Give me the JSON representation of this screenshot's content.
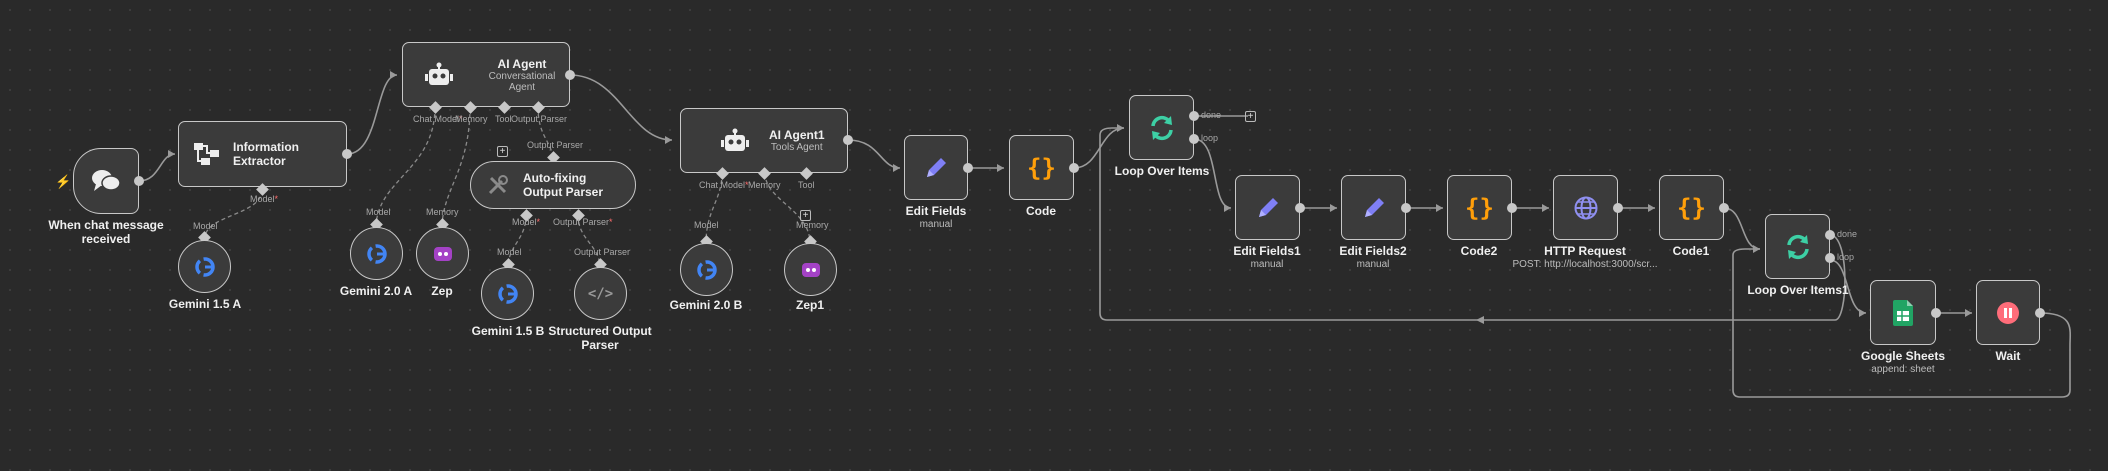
{
  "nodes": {
    "chat_trigger": {
      "label": "When chat message received"
    },
    "info_extractor": {
      "label": "Information Extractor"
    },
    "gemini15a": {
      "label": "Gemini 1.5 A"
    },
    "ai_agent": {
      "label": "AI Agent",
      "sub": "Conversational Agent"
    },
    "gemini20a": {
      "label": "Gemini 2.0 A"
    },
    "zep": {
      "label": "Zep"
    },
    "autofix": {
      "label": "Auto-fixing Output Parser"
    },
    "gemini15b": {
      "label": "Gemini 1.5 B"
    },
    "structured": {
      "label": "Structured Output Parser"
    },
    "ai_agent1": {
      "label": "AI Agent1",
      "sub": "Tools Agent"
    },
    "gemini20b": {
      "label": "Gemini 2.0 B"
    },
    "zep1": {
      "label": "Zep1"
    },
    "edit_fields": {
      "label": "Edit Fields",
      "sub": "manual"
    },
    "code": {
      "label": "Code"
    },
    "loop_over_items": {
      "label": "Loop Over Items"
    },
    "edit_fields1": {
      "label": "Edit Fields1",
      "sub": "manual"
    },
    "edit_fields2": {
      "label": "Edit Fields2",
      "sub": "manual"
    },
    "code2": {
      "label": "Code2"
    },
    "http_request": {
      "label": "HTTP Request",
      "sub": "POST: http://localhost:3000/scr..."
    },
    "code1": {
      "label": "Code1"
    },
    "loop_over_items1": {
      "label": "Loop Over Items1"
    },
    "google_sheets": {
      "label": "Google Sheets",
      "sub": "append: sheet"
    },
    "wait": {
      "label": "Wait"
    }
  },
  "ports": {
    "model": "Model",
    "chat_model": "Chat Model",
    "memory": "Memory",
    "tool": "Tool",
    "output_parser": "Output Parser",
    "done": "done",
    "loop": "loop",
    "required": "*"
  },
  "colors": {
    "background": "#2a2a2a",
    "node_fill": "#3b3b3b",
    "node_border": "#c8c8c8",
    "edit_accent": "#7f7ff5",
    "code_accent": "#ff9f0a",
    "loop_accent": "#3dd0a5",
    "wait_accent": "#ff6d7a",
    "required": "#ff6d6d"
  },
  "icons": {
    "chat_trigger": "chat-bubbles-icon",
    "info_extractor": "hierarchy-icon",
    "agent": "robot-icon",
    "gemini": "google-icon",
    "zep": "zep-icon",
    "autofix": "tools-icon",
    "structured": "code-brackets-icon",
    "edit": "pencil-icon",
    "code": "curly-braces-icon",
    "loop": "refresh-icon",
    "http": "globe-icon",
    "sheets": "google-sheets-icon",
    "wait": "pause-icon",
    "trigger_bolt": "lightning-icon"
  }
}
